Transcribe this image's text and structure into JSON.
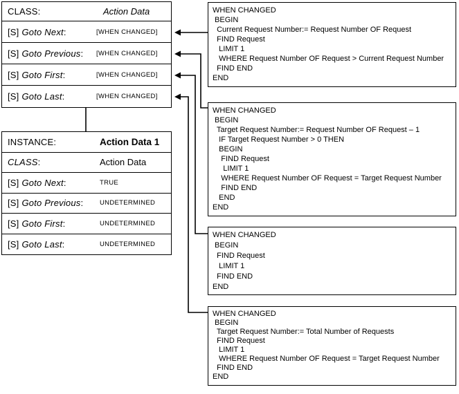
{
  "figure": {
    "background_color": "#ffffff",
    "line_color": "#000000"
  },
  "class_table": {
    "class_row": {
      "label": "CLASS:",
      "value": "Action Data"
    },
    "property_rows": [
      {
        "prefix": "[S]",
        "name": "Goto Next",
        "suffix": ":",
        "value": "[WHEN CHANGED]"
      },
      {
        "prefix": "[S]",
        "name": "Goto Previous",
        "suffix": ":",
        "value": "[WHEN CHANGED]"
      },
      {
        "prefix": "[S]",
        "name": "Goto First",
        "suffix": ":",
        "value": "[WHEN CHANGED]"
      },
      {
        "prefix": "[S]",
        "name": "Goto Last",
        "suffix": ":",
        "value": "[WHEN CHANGED]"
      }
    ]
  },
  "instance_table": {
    "instance_row": {
      "label": "INSTANCE:",
      "value": "Action Data 1"
    },
    "class_row": {
      "label": "CLASS",
      "suffix": ":",
      "value": "Action Data"
    },
    "property_rows": [
      {
        "prefix": "[S]",
        "name": "Goto Next",
        "suffix": ":",
        "value": "TRUE"
      },
      {
        "prefix": "[S]",
        "name": "Goto Previous",
        "suffix": ":",
        "value": "UNDETERMINED"
      },
      {
        "prefix": "[S]",
        "name": "Goto First",
        "suffix": ":",
        "value": "UNDETERMINED"
      },
      {
        "prefix": "[S]",
        "name": "Goto Last",
        "suffix": ":",
        "value": "UNDETERMINED"
      }
    ]
  },
  "code_blocks": [
    "WHEN CHANGED\n BEGIN\n  Current Request Number:= Request Number OF Request\n  FIND Request\n   LIMIT 1\n   WHERE Request Number OF Request > Current Request Number\n  FIND END\nEND",
    "WHEN CHANGED\n BEGIN\n  Target Request Number:= Request Number OF Request – 1\n   IF Target Request Number > 0 THEN\n   BEGIN\n    FIND Request\n     LIMIT 1\n    WHERE Request Number OF Request = Target Request Number\n    FIND END\n   END\nEND",
    "WHEN CHANGED\n BEGIN\n  FIND Request\n   LIMIT 1\n  FIND END\nEND",
    "WHEN CHANGED\n BEGIN\n  Target Request Number:= Total Number of Requests\n  FIND Request\n   LIMIT 1\n   WHERE Request Number OF Request = Target Request Number\n  FIND END\nEND"
  ]
}
